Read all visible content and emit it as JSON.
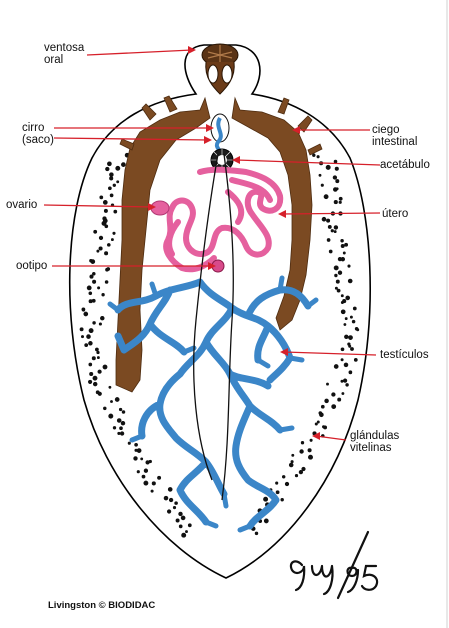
{
  "labels": {
    "ventosa_oral": "ventosa\noral",
    "cirro": "cirro\n(saco)",
    "ciego_intestinal": "ciego\nintestinal",
    "acetabulo": "acetábulo",
    "ovario": "ovario",
    "utero": "útero",
    "ootipo": "ootipo",
    "testiculos": "testículos",
    "glandulas_vitelinas": "glándulas\nvitelinas"
  },
  "credit": "Livingston © BIODIDAC",
  "signature": "9uj/95",
  "colors": {
    "pointer": "#d6202a",
    "intestine": "#7b4a22",
    "testes": "#3b86c8",
    "uterus": "#e5609e",
    "outline": "#000000"
  }
}
